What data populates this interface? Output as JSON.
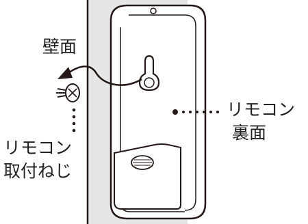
{
  "labels": {
    "wall": "壁面",
    "remote_back": [
      "リモコン",
      "裏面"
    ],
    "mounting_screw": [
      "リモコン",
      "取付ねじ"
    ]
  },
  "colors": {
    "line": "#231815",
    "wall_fill": "#e6e6e6",
    "remote_fill": "#ffffff",
    "text": "#222222"
  },
  "icons": [
    "screw-icon",
    "keyhole-slot-icon",
    "curved-arrow-icon",
    "battery-cover-grip-icon"
  ]
}
